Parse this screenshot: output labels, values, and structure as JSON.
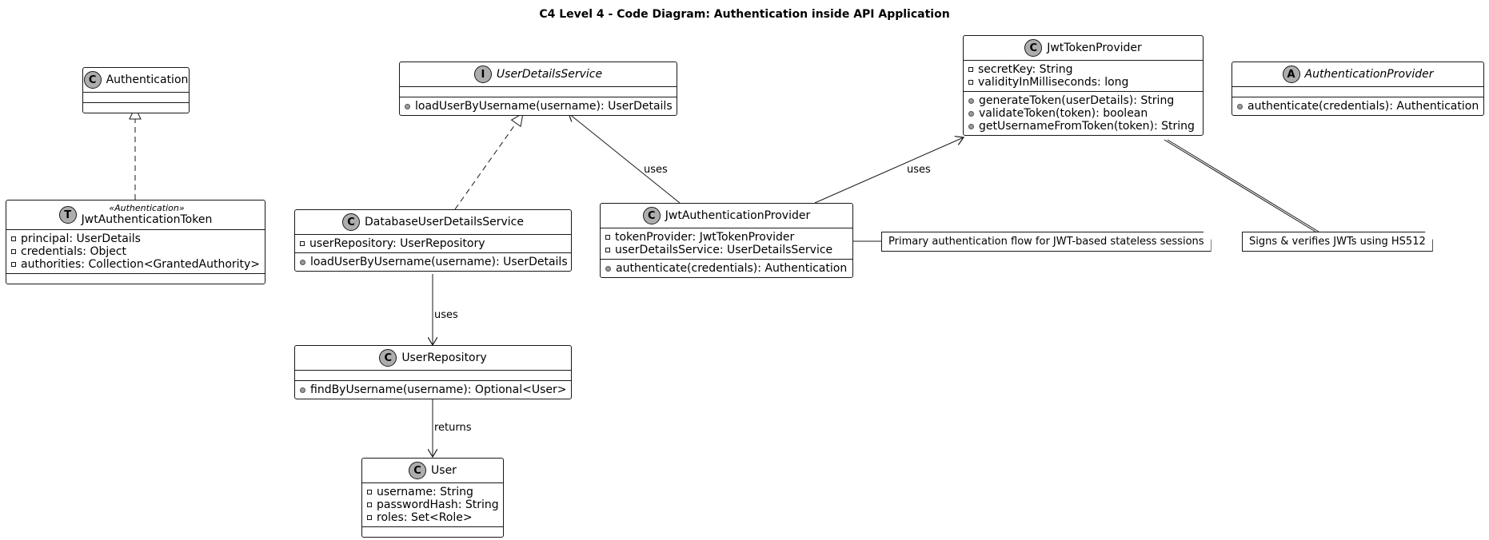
{
  "title": "C4 Level 4 - Code Diagram: Authentication inside API Application",
  "classes": {
    "authentication": {
      "badge": "C",
      "name": "Authentication"
    },
    "jwt_authentication_token": {
      "badge": "T",
      "stereotype": "«Authentication»",
      "name": "JwtAuthenticationToken",
      "fields": [
        "principal: UserDetails",
        "credentials: Object",
        "authorities: Collection<GrantedAuthority>"
      ]
    },
    "user_details_service": {
      "badge": "I",
      "name": "UserDetailsService",
      "methods": [
        "loadUserByUsername(username): UserDetails"
      ]
    },
    "database_user_details_service": {
      "badge": "C",
      "name": "DatabaseUserDetailsService",
      "fields": [
        "userRepository: UserRepository"
      ],
      "methods": [
        "loadUserByUsername(username): UserDetails"
      ]
    },
    "user_repository": {
      "badge": "C",
      "name": "UserRepository",
      "methods": [
        "findByUsername(username): Optional<User>"
      ]
    },
    "user": {
      "badge": "C",
      "name": "User",
      "fields": [
        "username: String",
        "passwordHash: String",
        "roles: Set<Role>"
      ]
    },
    "jwt_authentication_provider": {
      "badge": "C",
      "name": "JwtAuthenticationProvider",
      "fields": [
        "tokenProvider: JwtTokenProvider",
        "userDetailsService: UserDetailsService"
      ],
      "methods": [
        "authenticate(credentials): Authentication"
      ]
    },
    "jwt_token_provider": {
      "badge": "C",
      "name": "JwtTokenProvider",
      "fields": [
        "secretKey: String",
        "validityInMilliseconds: long"
      ],
      "methods": [
        "generateToken(userDetails): String",
        "validateToken(token): boolean",
        "getUsernameFromToken(token): String"
      ]
    },
    "authentication_provider": {
      "badge": "A",
      "name": "AuthenticationProvider",
      "methods": [
        "authenticate(credentials): Authentication"
      ]
    }
  },
  "notes": {
    "primary_flow": "Primary authentication flow for JWT-based stateless sessions",
    "signs_verifies": "Signs & verifies JWTs using HS512"
  },
  "edge_labels": {
    "provider_uses_uds": "uses",
    "provider_uses_token": "uses",
    "db_uses_repo": "uses",
    "repo_returns_user": "returns"
  }
}
